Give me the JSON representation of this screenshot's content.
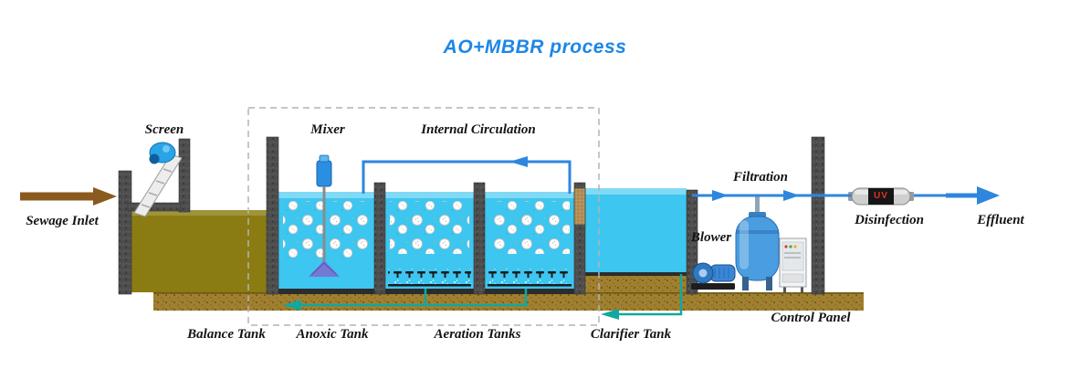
{
  "title": "AO+MBBR process",
  "labels": {
    "screen": "Screen",
    "sewage_inlet": "Sewage Inlet",
    "mixer": "Mixer",
    "internal_circulation": "Internal Circulation",
    "filtration": "Filtration",
    "blower": "Blower",
    "disinfection": "Disinfection",
    "effluent": "Effluent",
    "control_panel": "Control Panel",
    "uv_badge": "UV"
  },
  "tanks": {
    "balance": "Balance Tank",
    "anoxic": "Anoxic Tank",
    "aeration": "Aeration Tanks",
    "clarifier": "Clarifier Tank"
  },
  "colors": {
    "title": "#1e86e5",
    "water": "#3cc6f0",
    "sewage_water": "#8a7c12",
    "ground": "#a08030",
    "pipe_blue": "#2e86de",
    "pipe_teal": "#12a7a0",
    "inlet_brown": "#8a5a1e"
  }
}
